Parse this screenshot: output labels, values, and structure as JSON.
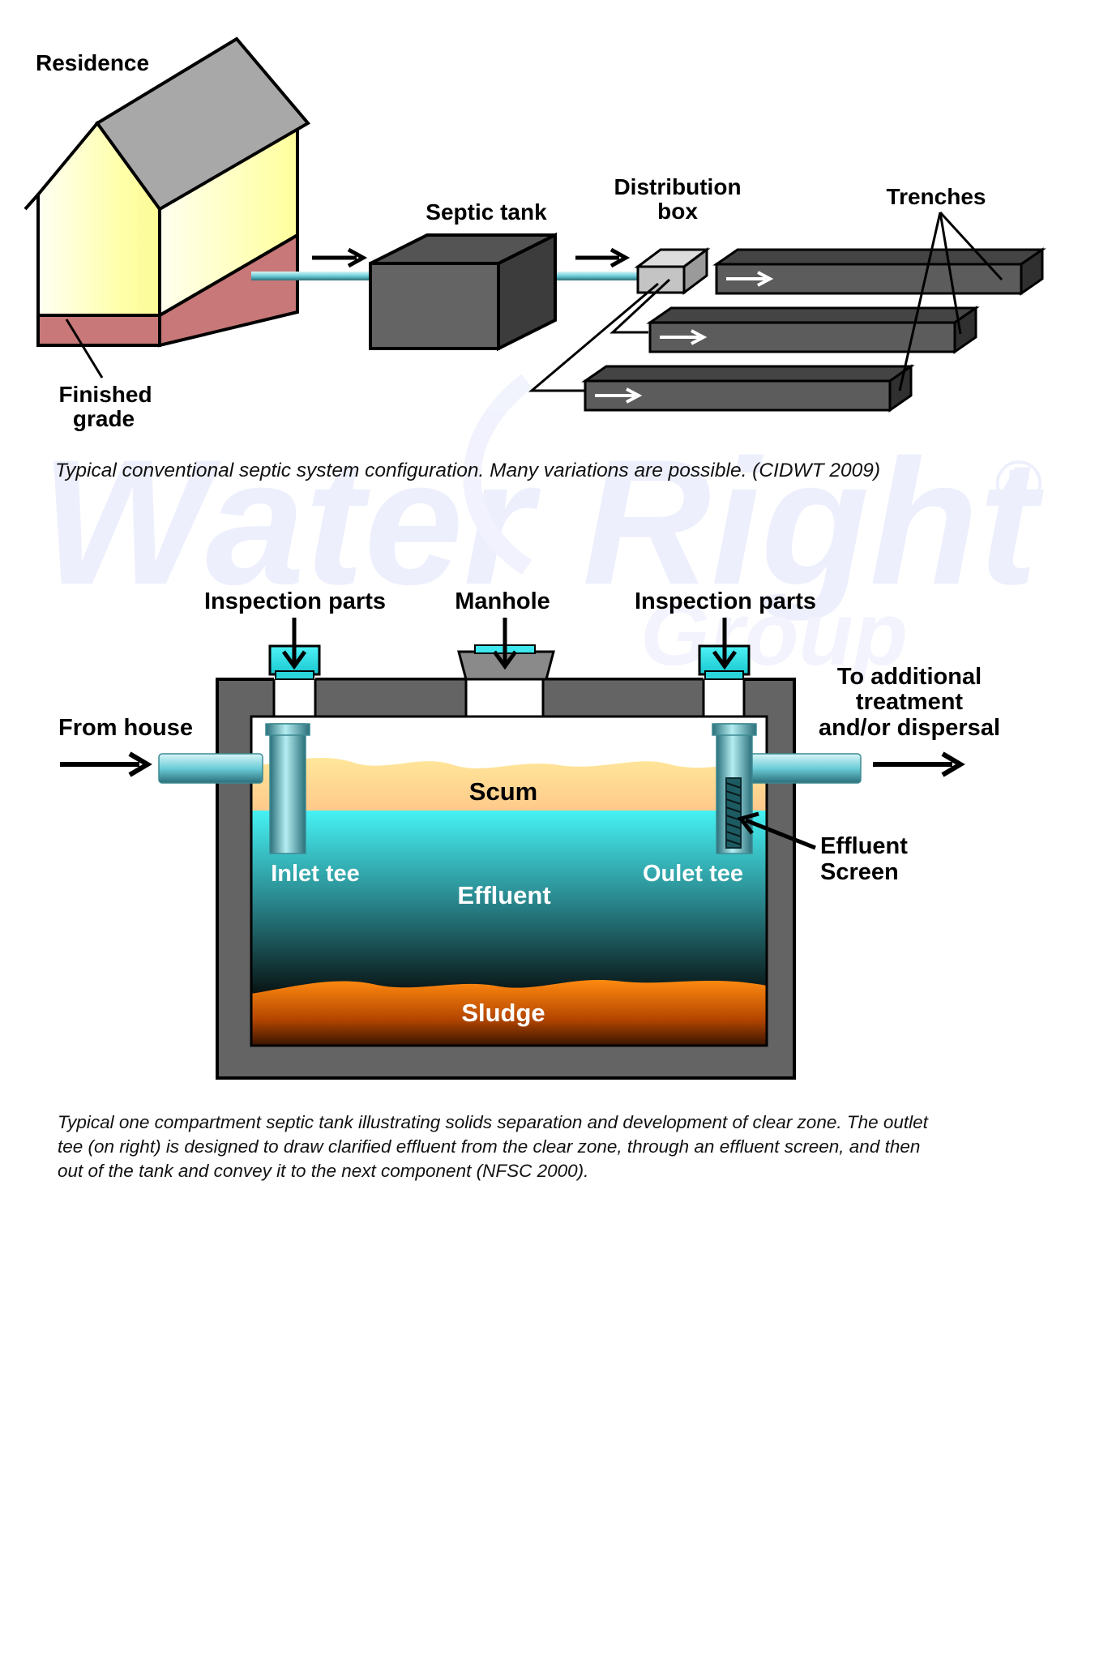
{
  "watermark": {
    "brand": "Water Right",
    "sub": "Group",
    "mark": "®"
  },
  "system": {
    "residence": "Residence",
    "finished_grade_1": "Finished",
    "finished_grade_2": "grade",
    "septic_tank": "Septic tank",
    "distribution_box_1": "Distribution",
    "distribution_box_2": "box",
    "trenches": "Trenches",
    "caption": "Typical conventional septic system configuration. Many variations are possible. (CIDWT 2009)"
  },
  "tank": {
    "inspection_left": "Inspection parts",
    "manhole": "Manhole",
    "inspection_right": "Inspection parts",
    "from_house": "From house",
    "to_additional_1": "To additional",
    "to_additional_2": "treatment",
    "to_additional_3": "and/or dispersal",
    "scum": "Scum",
    "effluent": "Effluent",
    "sludge": "Sludge",
    "inlet_tee": "Inlet tee",
    "outlet_tee": "Oulet tee",
    "effluent_screen_1": "Effluent",
    "effluent_screen_2": "Screen",
    "caption_1": "Typical one compartment septic tank illustrating solids separation and development of clear zone. The outlet",
    "caption_2": "tee (on right) is designed to draw clarified effluent from the clear zone, through an effluent screen, and then",
    "caption_3": "out of the tank and convey it to the next component (NFSC 2000)."
  },
  "colors": {
    "house_wall": "#ffffb0",
    "roof": "#a8a8a8",
    "foundation": "#c87878",
    "tank_dark": "#646464",
    "pipe": "#7fd6e0",
    "scum": "#ffd27a",
    "effluent": "#3ee8ee",
    "sludge": "#e06a00"
  }
}
